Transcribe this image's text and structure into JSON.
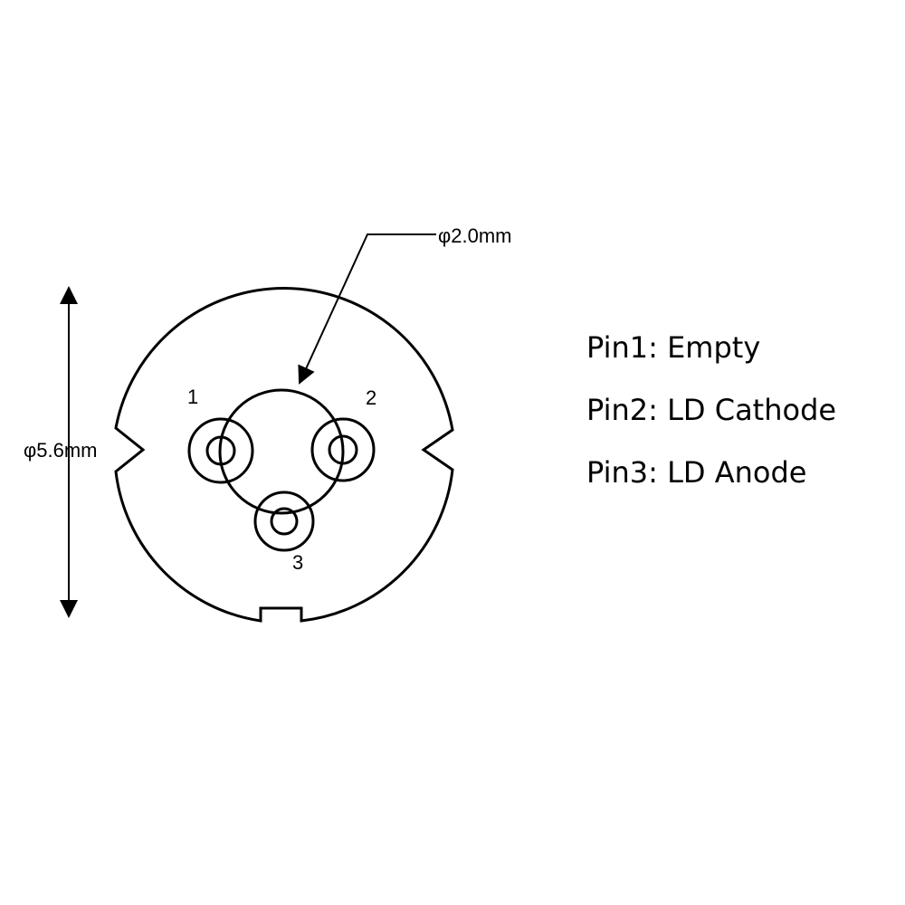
{
  "diagram": {
    "dimensions": {
      "outer_diameter": "φ5.6mm",
      "pin_circle_diameter": "φ2.0mm"
    },
    "pins": [
      {
        "number": "1"
      },
      {
        "number": "2"
      },
      {
        "number": "3"
      }
    ]
  },
  "legend": [
    {
      "pin": "Pin1:",
      "function": "Empty"
    },
    {
      "pin": "Pin2:",
      "function": "LD Cathode"
    },
    {
      "pin": "Pin3:",
      "function": "LD Anode"
    }
  ],
  "colors": {
    "line": "#000000",
    "background": "#ffffff"
  }
}
